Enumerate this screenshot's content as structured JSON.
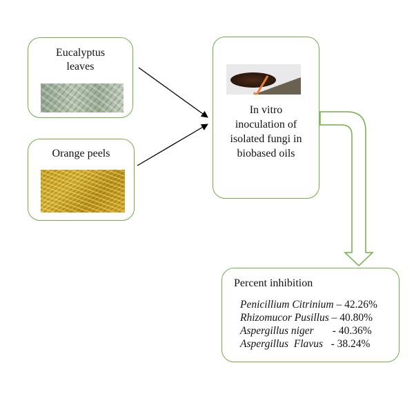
{
  "diagram": {
    "inputs": [
      {
        "label_line1": "Eucalyptus",
        "label_line2": "leaves",
        "image": "eucalyptus-leaves-photo"
      },
      {
        "label": "Orange peels",
        "image": "orange-peels-photo"
      }
    ],
    "process": {
      "image": "petri-dish-photo",
      "label_lines": [
        "In vitro",
        "inoculation of",
        "isolated fungi in",
        "biobased oils"
      ]
    },
    "result": {
      "title": "Percent inhibition",
      "items": [
        {
          "species": "Penicillium Citrinium",
          "separator": " – ",
          "value": "42.26%"
        },
        {
          "species": "Rhizomucor Pusillus",
          "separator": " – ",
          "value": "40.80%"
        },
        {
          "species": "Aspergillus niger",
          "separator": "       - ",
          "value": "40.36%"
        },
        {
          "species": "Aspergillus  Flavus",
          "separator": "   - ",
          "value": "38.24%"
        }
      ]
    },
    "colors": {
      "box_border": "#70ad47",
      "arrow": "#000000",
      "highlight_arrow": "#ed7d31"
    }
  }
}
